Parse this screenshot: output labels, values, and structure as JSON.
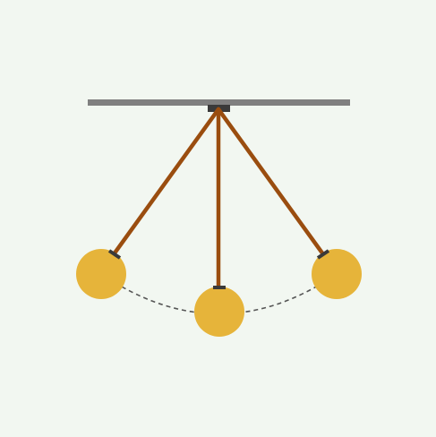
{
  "illustration": {
    "subject": "pendulum-icon",
    "bob_positions": [
      "left",
      "center",
      "right"
    ],
    "swing_path": "dashed-arc",
    "colors": {
      "background": "#f2f7f1",
      "support_bar": "#808080",
      "pivot": "#3a3a3a",
      "string": "#9a4d0f",
      "bob": "#e6b43a",
      "bob_cap": "#3a3a3a",
      "arc": "#555555"
    }
  }
}
